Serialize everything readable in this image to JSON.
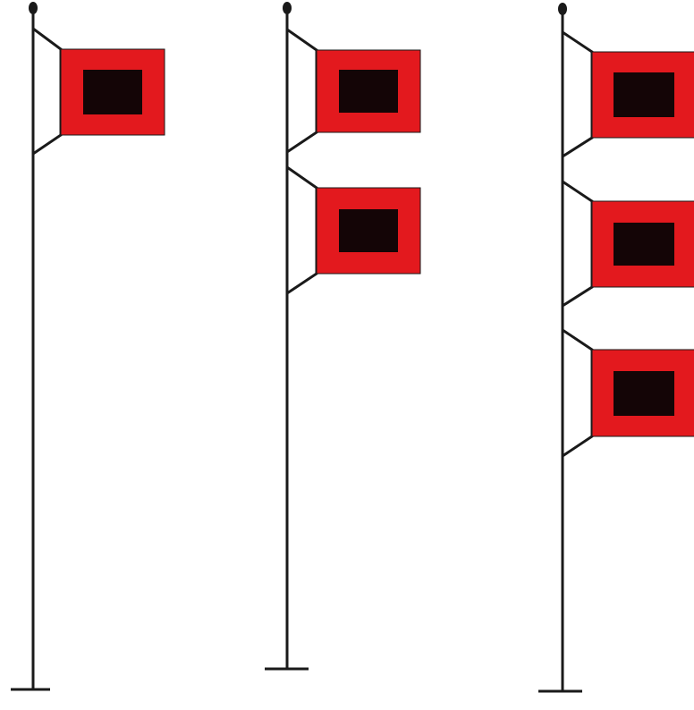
{
  "colors": {
    "background": "#ffffff",
    "pole": "#1a1a1a",
    "flag_field": "#e3191e",
    "flag_center": "#140506"
  },
  "flagpoles": [
    {
      "flag_count": 1
    },
    {
      "flag_count": 2
    },
    {
      "flag_count": 3
    }
  ]
}
